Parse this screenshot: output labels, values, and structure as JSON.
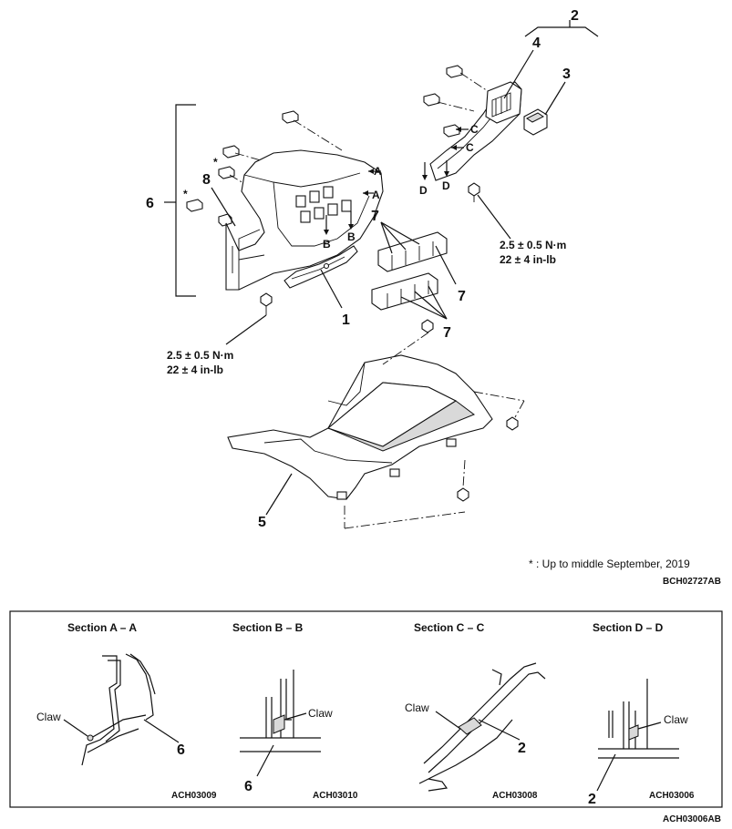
{
  "callouts": {
    "n1": "1",
    "n2": "2",
    "n3": "3",
    "n4": "4",
    "n5": "5",
    "n6": "6",
    "n7a": "7",
    "n7b": "7",
    "n7c": "7",
    "n8": "8"
  },
  "section_marks": {
    "a1": "A",
    "a2": "A",
    "b1": "B",
    "b2": "B",
    "c1": "C",
    "c2": "C",
    "d1": "D",
    "d2": "D"
  },
  "asterisks": {
    "s1": "*",
    "s2": "*"
  },
  "torque": {
    "left": {
      "line1": "2.5 ± 0.5 N·m",
      "line2": "22 ± 4 in-lb"
    },
    "right": {
      "line1": "2.5 ± 0.5 N·m",
      "line2": "22 ± 4 in-lb"
    }
  },
  "footnote": "* : Up to middle September, 2019",
  "code_main": "BCH02727AB",
  "code_bottom": "ACH03006AB",
  "sections": [
    {
      "title": "Section A – A",
      "claw": "Claw",
      "part": "6",
      "code": "ACH03009"
    },
    {
      "title": "Section B – B",
      "claw": "Claw",
      "part": "6",
      "code": "ACH03010"
    },
    {
      "title": "Section C – C",
      "claw": "Claw",
      "part": "2",
      "code": "ACH03008"
    },
    {
      "title": "Section D – D",
      "claw": "Claw",
      "part": "2",
      "code": "ACH03006"
    }
  ]
}
